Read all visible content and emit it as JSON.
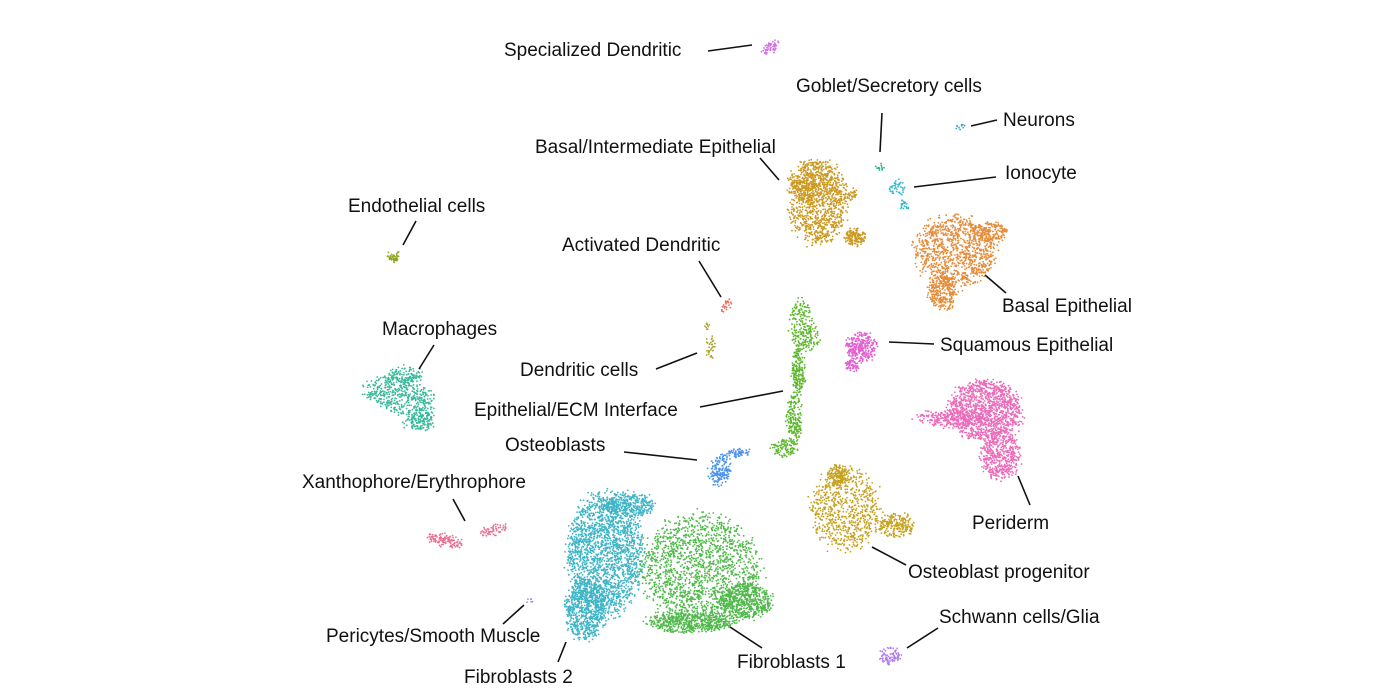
{
  "chart_data": {
    "type": "scatter",
    "title": "",
    "xlabel": "",
    "ylabel": "",
    "axes_visible": false,
    "grid": false,
    "legend": "none",
    "series": [
      {
        "name": "Specialized Dendritic",
        "color": "#D56FE6",
        "count": 60
      },
      {
        "name": "Goblet/Secretory cells",
        "color": "#1FB58A",
        "count": 12
      },
      {
        "name": "Neurons",
        "color": "#33A6DB",
        "count": 10
      },
      {
        "name": "Basal/Intermediate Epithelial",
        "color": "#CC9A22",
        "count": 1500
      },
      {
        "name": "Ionocyte",
        "color": "#37B5CC",
        "count": 60
      },
      {
        "name": "Endothelial cells",
        "color": "#8FA31F",
        "count": 40
      },
      {
        "name": "Activated Dendritic",
        "color": "#EE6B5C",
        "count": 25
      },
      {
        "name": "Basal Epithelial",
        "color": "#E48C3A",
        "count": 1500
      },
      {
        "name": "Macrophages",
        "color": "#38B99B",
        "count": 700
      },
      {
        "name": "Dendritic cells",
        "color": "#AAA12A",
        "count": 40
      },
      {
        "name": "Squamous Epithelial",
        "color": "#E25FD1",
        "count": 350
      },
      {
        "name": "Epithelial/ECM Interface",
        "color": "#5DB82B",
        "count": 700
      },
      {
        "name": "Osteoblasts",
        "color": "#4C92EE",
        "count": 220
      },
      {
        "name": "Periderm",
        "color": "#EB6BBA",
        "count": 2000
      },
      {
        "name": "Xanthophore/Erythrophore",
        "color": "#E9708F",
        "count": 180
      },
      {
        "name": "Osteoblast progenitor",
        "color": "#C7A21F",
        "count": 1100
      },
      {
        "name": "Pericytes/Smooth Muscle",
        "color": "#9B8CF0",
        "count": 6
      },
      {
        "name": "Schwann cells/Glia",
        "color": "#B07CF0",
        "count": 90
      },
      {
        "name": "Fibroblasts 2",
        "color": "#3DB5C6",
        "count": 3000
      },
      {
        "name": "Fibroblasts 1",
        "color": "#4FB94A",
        "count": 2800
      }
    ],
    "annotations": [
      "Specialized Dendritic",
      "Goblet/Secretory cells",
      "Neurons",
      "Basal/Intermediate Epithelial",
      "Ionocyte",
      "Endothelial cells",
      "Activated Dendritic",
      "Basal Epithelial",
      "Macrophages",
      "Dendritic cells",
      "Squamous Epithelial",
      "Epithelial/ECM Interface",
      "Osteoblasts",
      "Xanthophore/Erythrophore",
      "Periderm",
      "Osteoblast progenitor",
      "Schwann cells/Glia",
      "Pericytes/Smooth Muscle",
      "Fibroblasts 1",
      "Fibroblasts 2"
    ]
  }
}
